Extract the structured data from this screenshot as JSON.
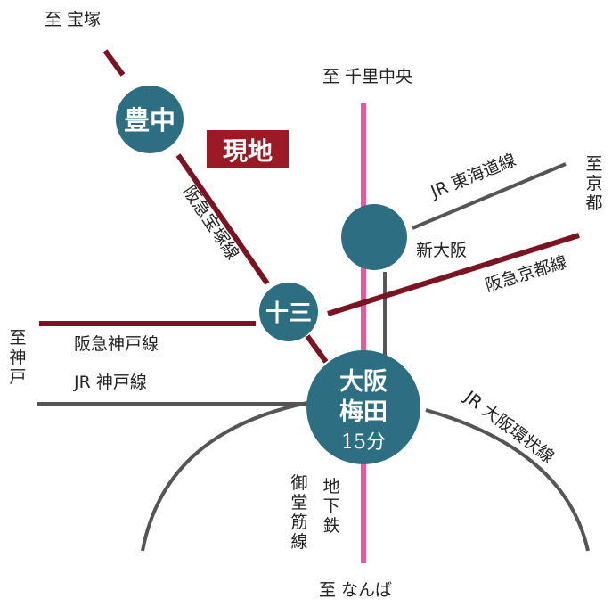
{
  "colors": {
    "hankyu": "#7a1322",
    "jr": "#555555",
    "subway": "#e8589c",
    "station": "#2e6e82",
    "badge": "#9a1b25"
  },
  "badge": {
    "label": "現地"
  },
  "stations": {
    "toyonaka": "豊中",
    "juso": "十三",
    "umeda_line1": "大阪",
    "umeda_line2": "梅田",
    "umeda_time": "15分",
    "shin_osaka": "新大阪"
  },
  "destinations": {
    "takarazuka": "至 宝塚",
    "senri_chuo": "至 千里中央",
    "kyoto": "至京都",
    "kobe": "至神戸",
    "namba": "至 なんば"
  },
  "lines": {
    "hankyu_takarazuka": "阪急宝塚線",
    "hankyu_kyoto": "阪急京都線",
    "hankyu_kobe": "阪急神戸線",
    "jr_kobe": "JR 神戸線",
    "jr_tokaido": "JR 東海道線",
    "jr_loop": "JR 大阪環状線",
    "midosuji": "御堂筋線",
    "subway": "地下鉄"
  }
}
